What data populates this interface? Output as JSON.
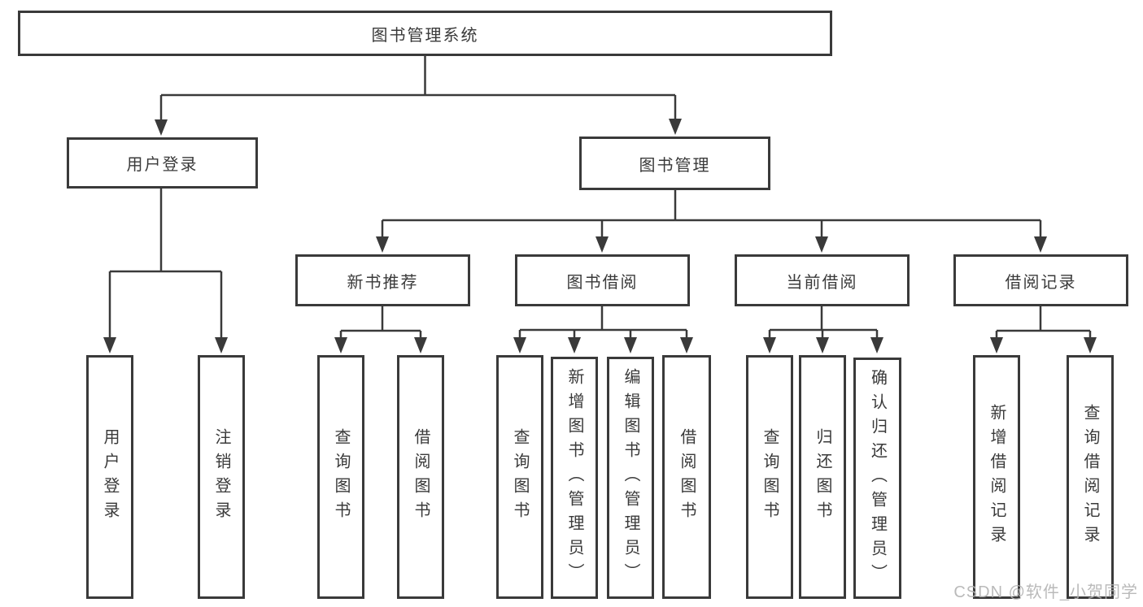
{
  "tree": {
    "root": "图书管理系统",
    "level2": {
      "user_login": "用户登录",
      "book_mgmt": "图书管理"
    },
    "modules": [
      "新书推荐",
      "图书借阅",
      "当前借阅",
      "借阅记录"
    ],
    "login_leaves": [
      "用户登录",
      "注销登录"
    ],
    "recommend_leaves": [
      "查询图书",
      "借阅图书"
    ],
    "borrow_leaves": [
      "查询图书",
      "新增图书（管理员）",
      "编辑图书（管理员）",
      "借阅图书"
    ],
    "current_leaves": [
      "查询图书",
      "归还图书",
      "确认归还（管理员）"
    ],
    "record_leaves": [
      "新增借阅记录",
      "查询借阅记录"
    ]
  },
  "watermark": "CSDN @软件_小贺同学",
  "colors": {
    "border": "#3a3a3a",
    "line": "#3a3a3a",
    "text": "#3a3a3a",
    "watermark": "#b2b2b2",
    "background": "#ffffff"
  }
}
